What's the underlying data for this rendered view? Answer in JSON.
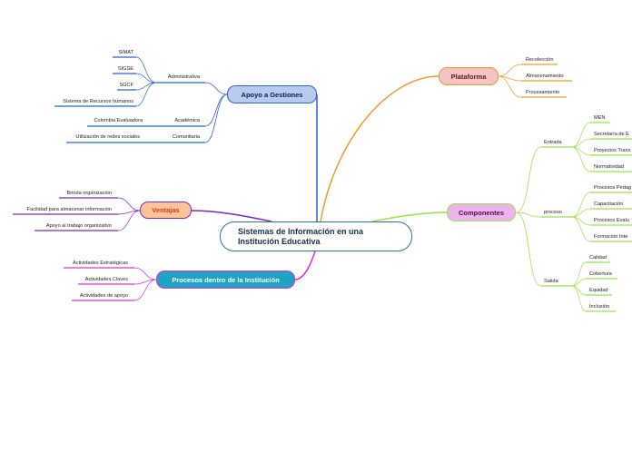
{
  "central": {
    "line1": "Sistemas de Información en una",
    "line2": "Institución Educativa"
  },
  "apoyo": {
    "label": "Apoyo a  Gestiones",
    "subs": {
      "administrativa": "Administrativa",
      "academica": "Académica",
      "comunitaria": "Comunitaria"
    },
    "leaves": {
      "simat": "SIMAT",
      "sigse": "SIGSE",
      "sgcf": "SGCF",
      "recursos": "Sistema de Recursos humanos",
      "colombia": "Colombia Evaluadora",
      "redes": "Utilización de redes sociales"
    }
  },
  "plataforma": {
    "label": "Plataforma",
    "leaves": [
      "Recolección",
      "Almacenamiento",
      "Procesamiento"
    ]
  },
  "componentes": {
    "label": "Componentes",
    "subs": {
      "entrada": "Entrada",
      "proceso": "proceso",
      "salida": "Salida"
    },
    "entrada_leaves": [
      "MEN",
      "Secretaría de E",
      "Proyectos Trans",
      "Normatividad"
    ],
    "proceso_leaves": [
      "Procesos Pedag",
      "Capacitación",
      "Procesos Evalu",
      "Formación Inte"
    ],
    "salida_leaves": [
      "Calidad",
      "Cobertura",
      "Equidad",
      "Inclusión"
    ]
  },
  "ventajas": {
    "label": "Ventajas",
    "leaves": [
      "Brinda organización",
      "Facilidad para almacenar información",
      "Apoyo al trabajo organizativo"
    ]
  },
  "procesos": {
    "label": "Procesos dentro de la Institución",
    "leaves": [
      "Actividades Estratégicas",
      "Actividades Claves",
      "Actividades de apoyo"
    ]
  },
  "colors": {
    "apoyo": "#2f62c9",
    "plataforma": "#f29a2e",
    "componentes": "#99e34a",
    "ventajas": "#7a2bb8",
    "procesos": "#d932d6"
  }
}
